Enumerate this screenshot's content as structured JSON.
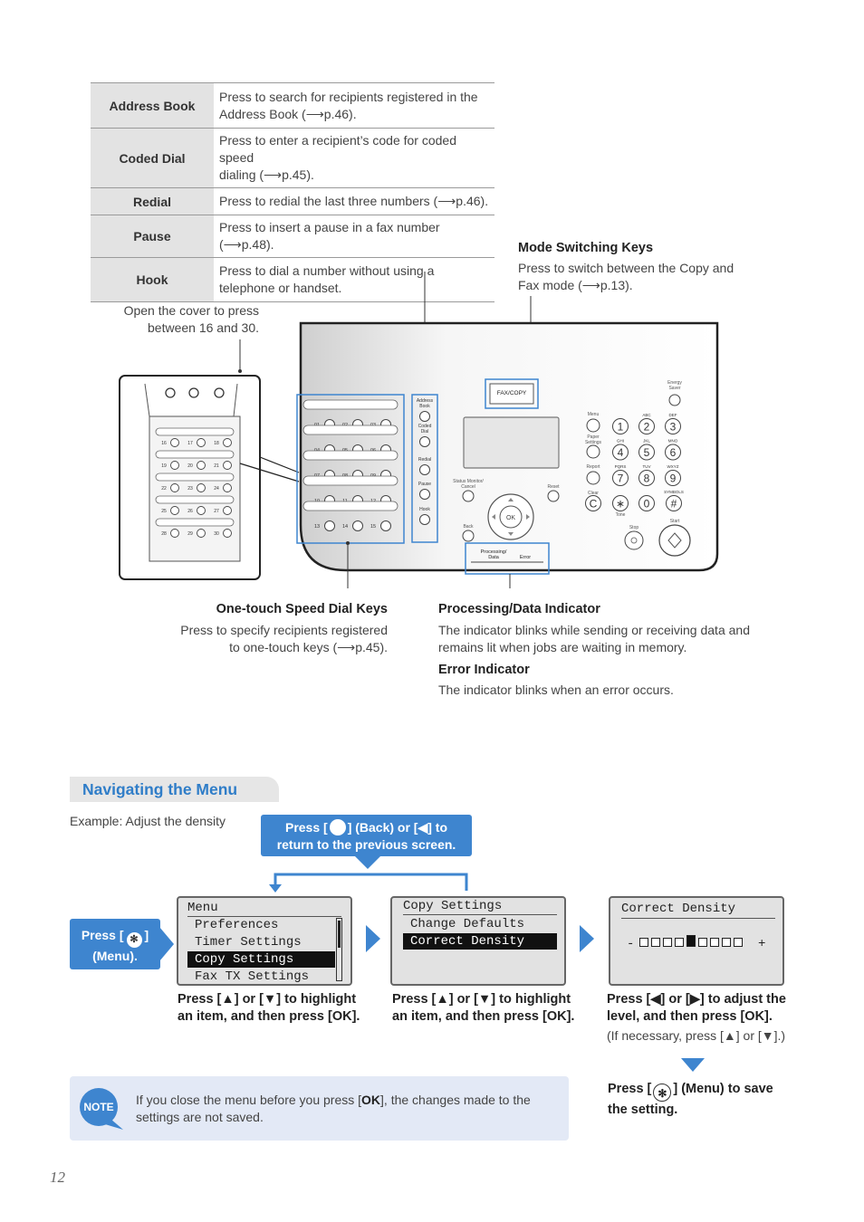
{
  "keys_table": [
    {
      "key": "Address Book",
      "desc_lines": [
        "Press to search for recipients registered in the",
        "Address Book (⟶p.46)."
      ]
    },
    {
      "key": "Coded Dial",
      "desc_lines": [
        "Press to enter a recipient’s code for coded speed",
        "dialing (⟶p.45)."
      ]
    },
    {
      "key": "Redial",
      "desc_lines": [
        "Press to redial the last three numbers (⟶p.46)."
      ]
    },
    {
      "key": "Pause",
      "desc_lines": [
        "Press to insert a pause in a fax number (⟶p.48)."
      ]
    },
    {
      "key": "Hook",
      "desc_lines": [
        "Press to dial a number without using a",
        "telephone or handset."
      ]
    }
  ],
  "callouts": {
    "mode_title": "Mode Switching Keys",
    "mode_text": [
      "Press to switch between the Copy and",
      "Fax mode (⟶p.13)."
    ],
    "cover_text": [
      "Open the cover to press",
      "between 16 and 30."
    ],
    "onetouch_title": "One-touch Speed Dial Keys",
    "onetouch_text": [
      "Press to specify recipients registered",
      "to one-touch keys (⟶p.45)."
    ],
    "processing_title": "Processing/Data Indicator",
    "processing_text": [
      "The indicator blinks while sending or receiving data and",
      "remains lit when jobs are waiting in memory."
    ],
    "error_title": "Error Indicator",
    "error_text": "The indicator blinks when an error occurs."
  },
  "panel": {
    "fax_copy": "FAX/COPY",
    "energy": [
      "Energy",
      "Saver"
    ],
    "menu": "Menu",
    "paper": [
      "Paper",
      "Settings"
    ],
    "report": "Report",
    "clear": "Clear",
    "tone": "Tone",
    "status": [
      "Status Monitor/",
      "Cancel"
    ],
    "reset": "Reset",
    "back": "Back",
    "ok": "OK",
    "stop": "Stop",
    "start": "Start",
    "processing": [
      "Processing/",
      "Data"
    ],
    "error": "Error",
    "side_keys": [
      [
        "Address",
        "Book"
      ],
      [
        "Coded",
        "Dial"
      ],
      [
        "Redial"
      ],
      [
        "Pause"
      ],
      [
        "Hook"
      ]
    ],
    "keypad": [
      {
        "digit": "1",
        "letters": ""
      },
      {
        "digit": "2",
        "letters": "ABC"
      },
      {
        "digit": "3",
        "letters": "DEF"
      },
      {
        "digit": "4",
        "letters": "GHI"
      },
      {
        "digit": "5",
        "letters": "JKL"
      },
      {
        "digit": "6",
        "letters": "MNO"
      },
      {
        "digit": "7",
        "letters": "PQRS"
      },
      {
        "digit": "8",
        "letters": "TUV"
      },
      {
        "digit": "9",
        "letters": "WXYZ"
      },
      {
        "digit": "C",
        "letters": ""
      },
      {
        "digit": "∗",
        "letters": ""
      },
      {
        "digit": "0",
        "letters": ""
      },
      {
        "digit": "#",
        "letters": "SYMBOLS"
      }
    ],
    "one_touch_main": [
      "01",
      "02",
      "03",
      "04",
      "05",
      "06",
      "07",
      "08",
      "09",
      "10",
      "11",
      "12",
      "13",
      "14",
      "15"
    ],
    "one_touch_cover": [
      "16",
      "17",
      "18",
      "19",
      "20",
      "21",
      "22",
      "23",
      "24",
      "25",
      "26",
      "27",
      "28",
      "29",
      "30"
    ]
  },
  "menu_section": {
    "heading": "Navigating the Menu",
    "example": "Example: Adjust the density",
    "back_instruction": [
      "Press [",
      "] (Back) or [◀] to",
      "return to the previous screen."
    ],
    "press_menu": [
      "Press [",
      "]",
      "(Menu)."
    ],
    "screen1": {
      "title": "Menu",
      "items": [
        "Preferences",
        "Timer Settings",
        "Copy Settings",
        "Fax TX Settings"
      ],
      "selected": "Copy Settings"
    },
    "screen2": {
      "title": "Copy Settings",
      "items": [
        "Change Defaults",
        "Correct Density"
      ],
      "selected": "Correct Density"
    },
    "screen3": {
      "title": "Correct Density",
      "minus": "-",
      "plus": "+",
      "level": 5,
      "levels": 9
    },
    "caption1": [
      "Press [▲] or [▼] to highlight",
      "an item, and then press [OK]."
    ],
    "caption2": [
      "Press [▲] or [▼] to highlight",
      "an item, and then press [OK]."
    ],
    "caption3": [
      "Press [◀] or [▶] to adjust the",
      "level, and then press [OK]."
    ],
    "caption3_sub": "(If necessary, press [▲] or [▼].)",
    "save": [
      "Press [",
      "] (Menu) to save",
      "the setting."
    ]
  },
  "note": {
    "badge": "NOTE",
    "text_pre": "If you close the menu before you press [",
    "text_bold": "OK",
    "text_post": "], the changes made to the",
    "text_line2": "settings are not saved."
  },
  "page_number": "12",
  "colors": {
    "accent_blue": "#3e85cf",
    "heading_blue": "#2f7dc8",
    "note_bg": "#e3e9f6"
  }
}
